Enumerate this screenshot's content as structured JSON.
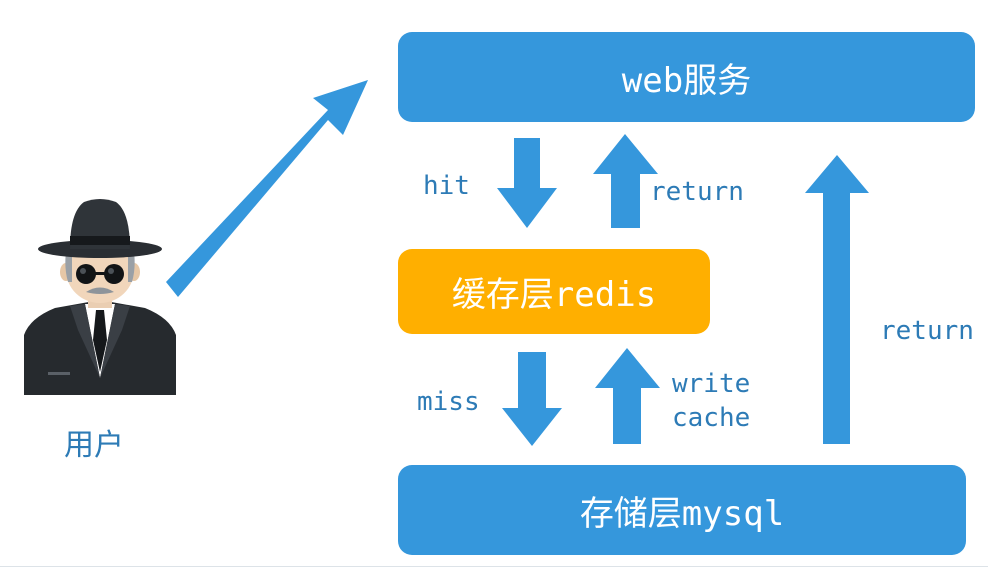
{
  "nodes": {
    "web": "web服务",
    "cache": "缓存层redis",
    "db": "存储层mysql"
  },
  "user": {
    "label": "用户",
    "icon": "spy-user-icon"
  },
  "edges": {
    "hit": "hit",
    "return_web": "return",
    "miss": "miss",
    "write": "write",
    "cache": "cache",
    "return_db": "return"
  },
  "colors": {
    "primary": "#3597dc",
    "cache": "#ffaf00",
    "label": "#2d7bb6"
  }
}
